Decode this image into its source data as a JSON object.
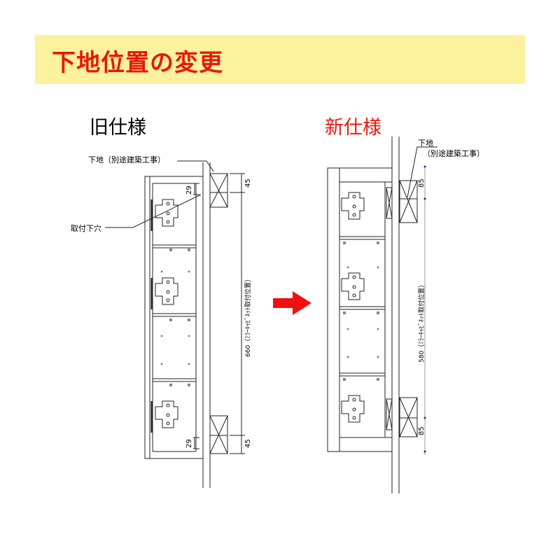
{
  "title": "下地位置の変更",
  "old": {
    "heading": "旧仕様",
    "label_base": "下地（別途建築工事）",
    "label_hole": "取付下穴",
    "dim_top": "45",
    "dim_bottom": "45",
    "dim_hole_top": "29",
    "dim_hole_bottom": "29",
    "dim_main": "660（ﾐﾗｰｷｬﾋﾞﾈｯﾄ取付位置）"
  },
  "new": {
    "heading": "新仕様",
    "label_base_line1": "下地",
    "label_base_line2": "（別途建築工事）",
    "dim_top": "85",
    "dim_bottom": "85",
    "dim_main": "580（ﾐﾗｰｷｬﾋﾞﾈｯﾄ取付位置）"
  },
  "colors": {
    "banner": "#fcf19c",
    "title": "#e8180c",
    "arrow": "#f01010",
    "new_heading": "#e8180c"
  }
}
